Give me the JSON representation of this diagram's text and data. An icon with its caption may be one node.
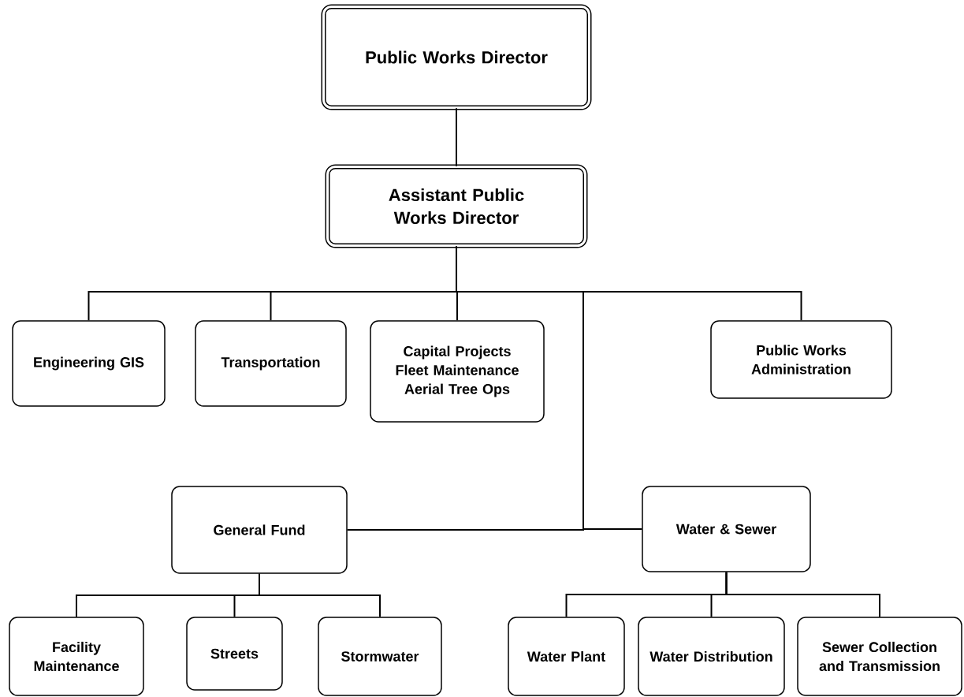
{
  "diagram": {
    "nodes": [
      {
        "text": [
          "Public Works Director"
        ]
      },
      {
        "text": [
          "Assistant Public Works Director"
        ]
      },
      {
        "text": [
          "Engineering GIS"
        ]
      },
      {
        "text": [
          "Transportation"
        ]
      },
      {
        "text": [
          "Capital Projects",
          "Fleet Maintenance",
          "Aerial Tree Ops"
        ]
      },
      {
        "text": [
          "Public Works Administration"
        ]
      },
      {
        "text": [
          "General Fund"
        ]
      },
      {
        "text": [
          "Water & Sewer"
        ]
      },
      {
        "text": [
          "Facility Maintenance"
        ]
      },
      {
        "text": [
          "Streets"
        ]
      },
      {
        "text": [
          "Stormwater"
        ]
      },
      {
        "text": [
          "Water Plant"
        ]
      },
      {
        "text": [
          "Water Distribution"
        ]
      },
      {
        "text": [
          "Sewer Collection and Transmission"
        ]
      }
    ],
    "edges": [
      {
        "from": 0,
        "to": 1,
        "arrow": "none"
      },
      {
        "from": 1,
        "to": 2,
        "arrow": "none"
      },
      {
        "from": 1,
        "to": 3,
        "arrow": "none"
      },
      {
        "from": 1,
        "to": 4,
        "arrow": "none"
      },
      {
        "from": 1,
        "to": 5,
        "arrow": "none"
      },
      {
        "from": 1,
        "to": 6,
        "arrow": "none"
      },
      {
        "from": 1,
        "to": 7,
        "arrow": "none"
      },
      {
        "from": 6,
        "to": 8,
        "arrow": "none"
      },
      {
        "from": 6,
        "to": 9,
        "arrow": "none"
      },
      {
        "from": 6,
        "to": 10,
        "arrow": "none"
      },
      {
        "from": 7,
        "to": 11,
        "arrow": "none"
      },
      {
        "from": 7,
        "to": 12,
        "arrow": "none"
      },
      {
        "from": 7,
        "to": 13,
        "arrow": "none"
      }
    ]
  }
}
